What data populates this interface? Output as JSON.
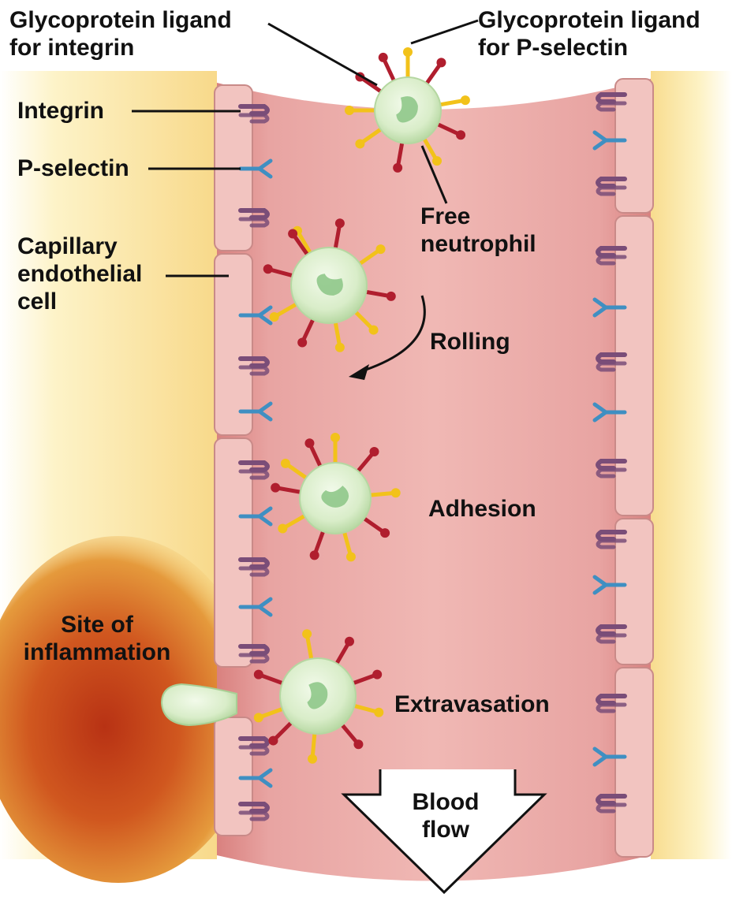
{
  "labels": {
    "glycoprotein_integrin": [
      "Glycoprotein ligand",
      "for integrin"
    ],
    "glycoprotein_pselectin": [
      "Glycoprotein ligand",
      "for P-selectin"
    ],
    "integrin": "Integrin",
    "pselectin": "P-selectin",
    "capillary": [
      "Capillary",
      "endothelial",
      "cell"
    ],
    "free_neutrophil": [
      "Free",
      "neutrophil"
    ],
    "rolling": "Rolling",
    "adhesion": "Adhesion",
    "site": [
      "Site of",
      "inflammation"
    ],
    "extravasation": "Extravasation",
    "blood_flow": [
      "Blood",
      "flow"
    ]
  },
  "colors": {
    "integrin": "#7a4d78",
    "pselectin": "#3f8fc2",
    "integrin_ligand": "#b01e2e",
    "pselectin_ligand": "#f2c21a",
    "neutrophil": "#dff0d2",
    "nucleus": "#8fc88a",
    "vessel": "#e7a2a0",
    "inflammation": "#c8461e",
    "tissue": "#fbe9a0"
  }
}
